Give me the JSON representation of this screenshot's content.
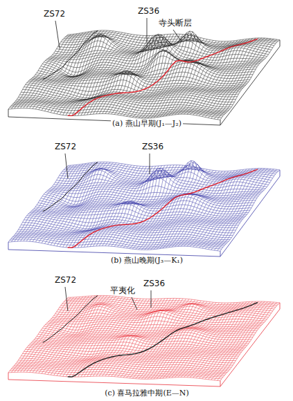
{
  "diagram": {
    "labels": [
      "ZS72",
      "ZS36",
      "寺头断层",
      "(a) 燕山早期(J₁—J₂)",
      "ZS72",
      "ZS36",
      "(b) 燕山晚期(J₃—K₁)",
      "ZS72",
      "平夷化",
      "ZS36",
      "(c) 喜马拉雅中期(E—N)"
    ]
  }
}
